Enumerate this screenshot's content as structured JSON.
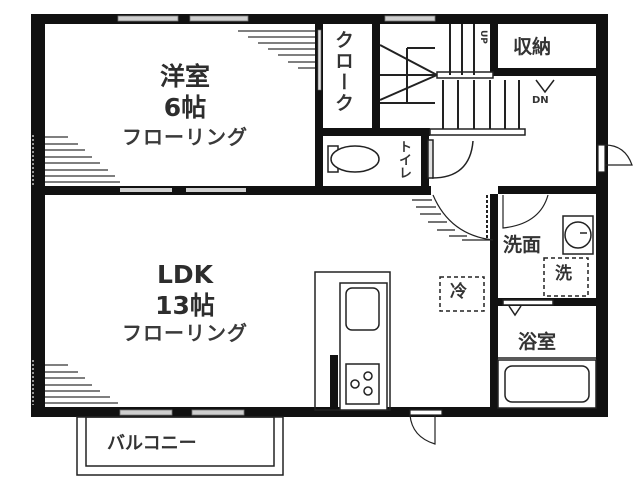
{
  "floorplan": {
    "rooms": {
      "western_room": {
        "name": "洋室",
        "size": "6帖",
        "floor": "フローリング"
      },
      "ldk": {
        "name": "LDK",
        "size": "13帖",
        "floor": "フローリング"
      },
      "closet": {
        "name": "クローク"
      },
      "storage": {
        "name": "収納"
      },
      "toilet": {
        "name": "トイレ"
      },
      "washroom": {
        "name": "洗面"
      },
      "bathroom": {
        "name": "浴室"
      },
      "balcony": {
        "name": "バルコニー"
      }
    },
    "markers": {
      "fridge": "冷",
      "washer": "洗",
      "stairs_down": "DN",
      "stairs_up": "UP"
    },
    "colors": {
      "wall": "#111111",
      "line": "#222222",
      "window": "#bdbdbd",
      "background": "#ffffff"
    }
  }
}
